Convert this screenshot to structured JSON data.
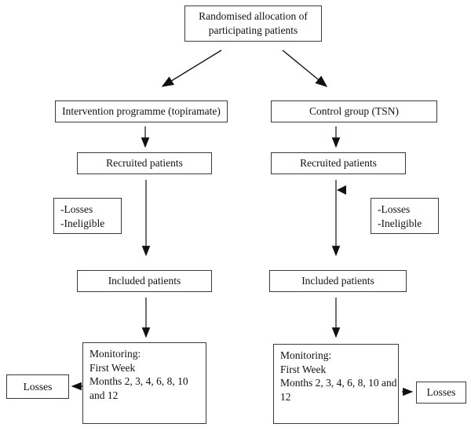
{
  "diagram": {
    "background_color": "#ffffff",
    "line_color": "#111111",
    "border_color": "#3a3a3a",
    "nodes": {
      "allocation": {
        "label": "Randomised allocation of participating patients"
      },
      "intervention": {
        "label": "Intervention programme (topiramate)"
      },
      "control": {
        "label": "Control group (TSN)"
      },
      "recruited_left": {
        "label": "Recruited patients"
      },
      "recruited_right": {
        "label": "Recruited patients"
      },
      "exclusions_left": {
        "lines": [
          "-Losses",
          "-Ineligible"
        ]
      },
      "exclusions_right": {
        "lines": [
          "-Losses",
          "-Ineligible"
        ]
      },
      "included_left": {
        "label": "Included patients"
      },
      "included_right": {
        "label": "Included patients"
      },
      "monitoring_left": {
        "lines": [
          "Monitoring:",
          "First Week",
          "Months 2, 3, 4, 6, 8, 10",
          "and 12"
        ]
      },
      "monitoring_right": {
        "lines": [
          "Monitoring:",
          "First Week",
          "Months 2, 3, 4, 6, 8, 10 and",
          "12"
        ]
      },
      "losses_left": {
        "label": "Losses"
      },
      "losses_right": {
        "label": "Losses"
      }
    }
  }
}
